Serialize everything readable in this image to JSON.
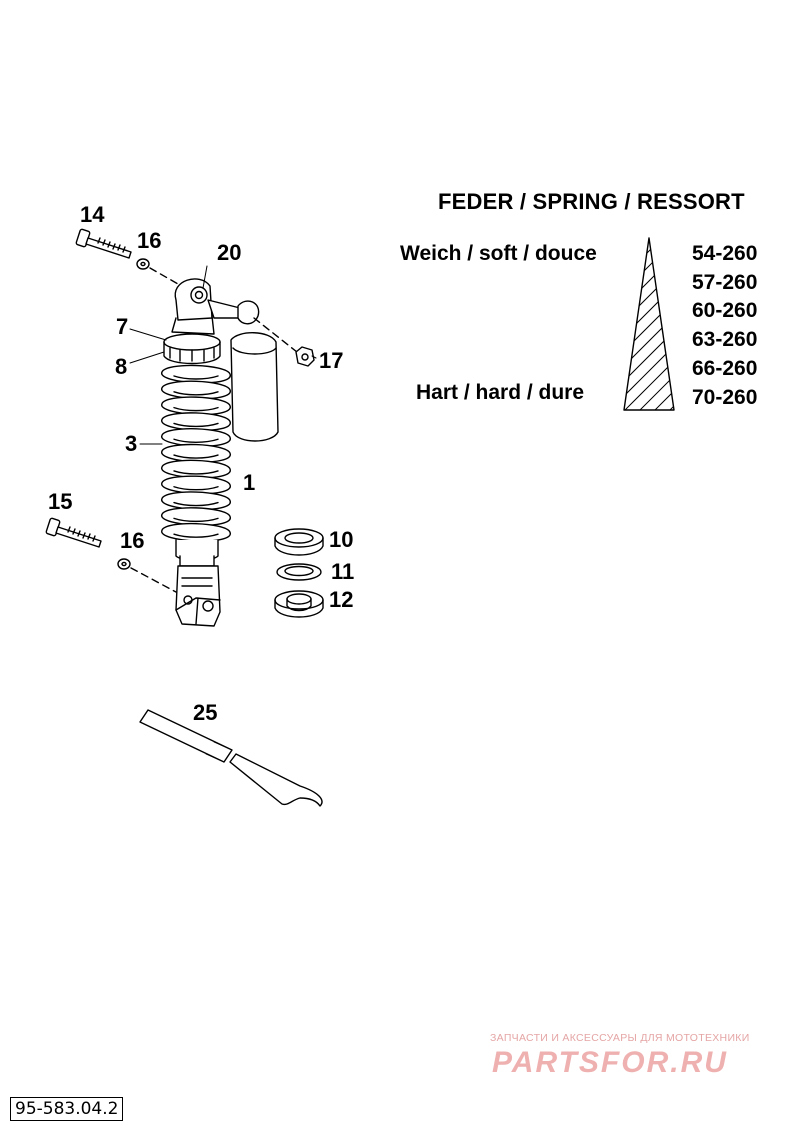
{
  "callouts": {
    "c14": "14",
    "c16a": "16",
    "c20": "20",
    "c7": "7",
    "c8": "8",
    "c17": "17",
    "c3": "3",
    "c1": "1",
    "c15": "15",
    "c16b": "16",
    "c10": "10",
    "c11": "11",
    "c12": "12",
    "c25": "25"
  },
  "spring_table": {
    "title": "FEDER / SPRING / RESSORT",
    "soft_label": "Weich / soft / douce",
    "hard_label": "Hart / hard / dure",
    "rates": [
      "54-260",
      "57-260",
      "60-260",
      "63-260",
      "66-260",
      "70-260"
    ]
  },
  "watermark": {
    "small": "ЗАПЧАСТИ И АКСЕССУАРЫ ДЛЯ МОТОТЕХНИКИ",
    "big": "PARTSFOR.RU"
  },
  "document_number": "95-583.04.2"
}
